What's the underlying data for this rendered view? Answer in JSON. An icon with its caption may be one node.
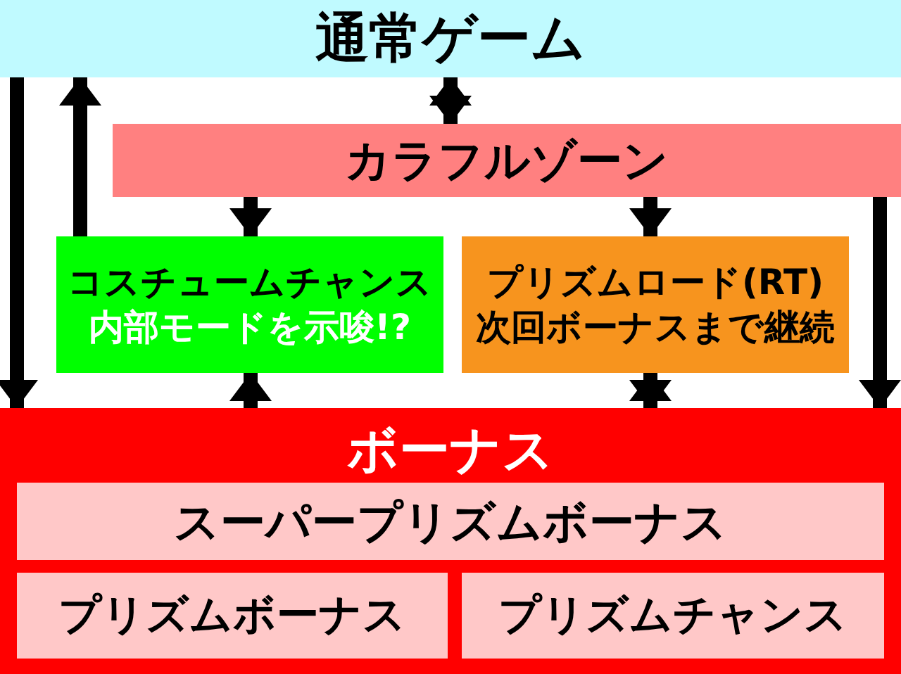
{
  "diagram": {
    "nodes": [
      {
        "text": [
          "通常ゲーム"
        ]
      },
      {
        "text": [
          "カラフルゾーン"
        ]
      },
      {
        "text": [
          "コスチュームチャンス",
          "内部モードを示唆!?"
        ]
      },
      {
        "text": [
          "プリズムロード(RT)",
          "次回ボーナスまで継続"
        ]
      },
      {
        "text": [
          "ボーナス"
        ]
      },
      {
        "text": [
          "スーパープリズムボーナス"
        ],
        "in": 4
      },
      {
        "text": [
          "プリズムボーナス"
        ],
        "in": 4
      },
      {
        "text": [
          "プリズムチャンス"
        ],
        "in": 4
      }
    ],
    "edges": [
      {
        "from": 0,
        "to": 4,
        "arrow": "to"
      },
      {
        "from": 2,
        "to": 0,
        "arrow": "to"
      },
      {
        "from": 0,
        "to": 1,
        "arrow": "both"
      },
      {
        "from": 1,
        "to": 2,
        "arrow": "to"
      },
      {
        "from": 1,
        "to": 3,
        "arrow": "to"
      },
      {
        "from": 1,
        "to": 4,
        "arrow": "to"
      },
      {
        "from": 4,
        "to": 2,
        "arrow": "to"
      },
      {
        "from": 3,
        "to": 4,
        "arrow": "both"
      }
    ]
  }
}
